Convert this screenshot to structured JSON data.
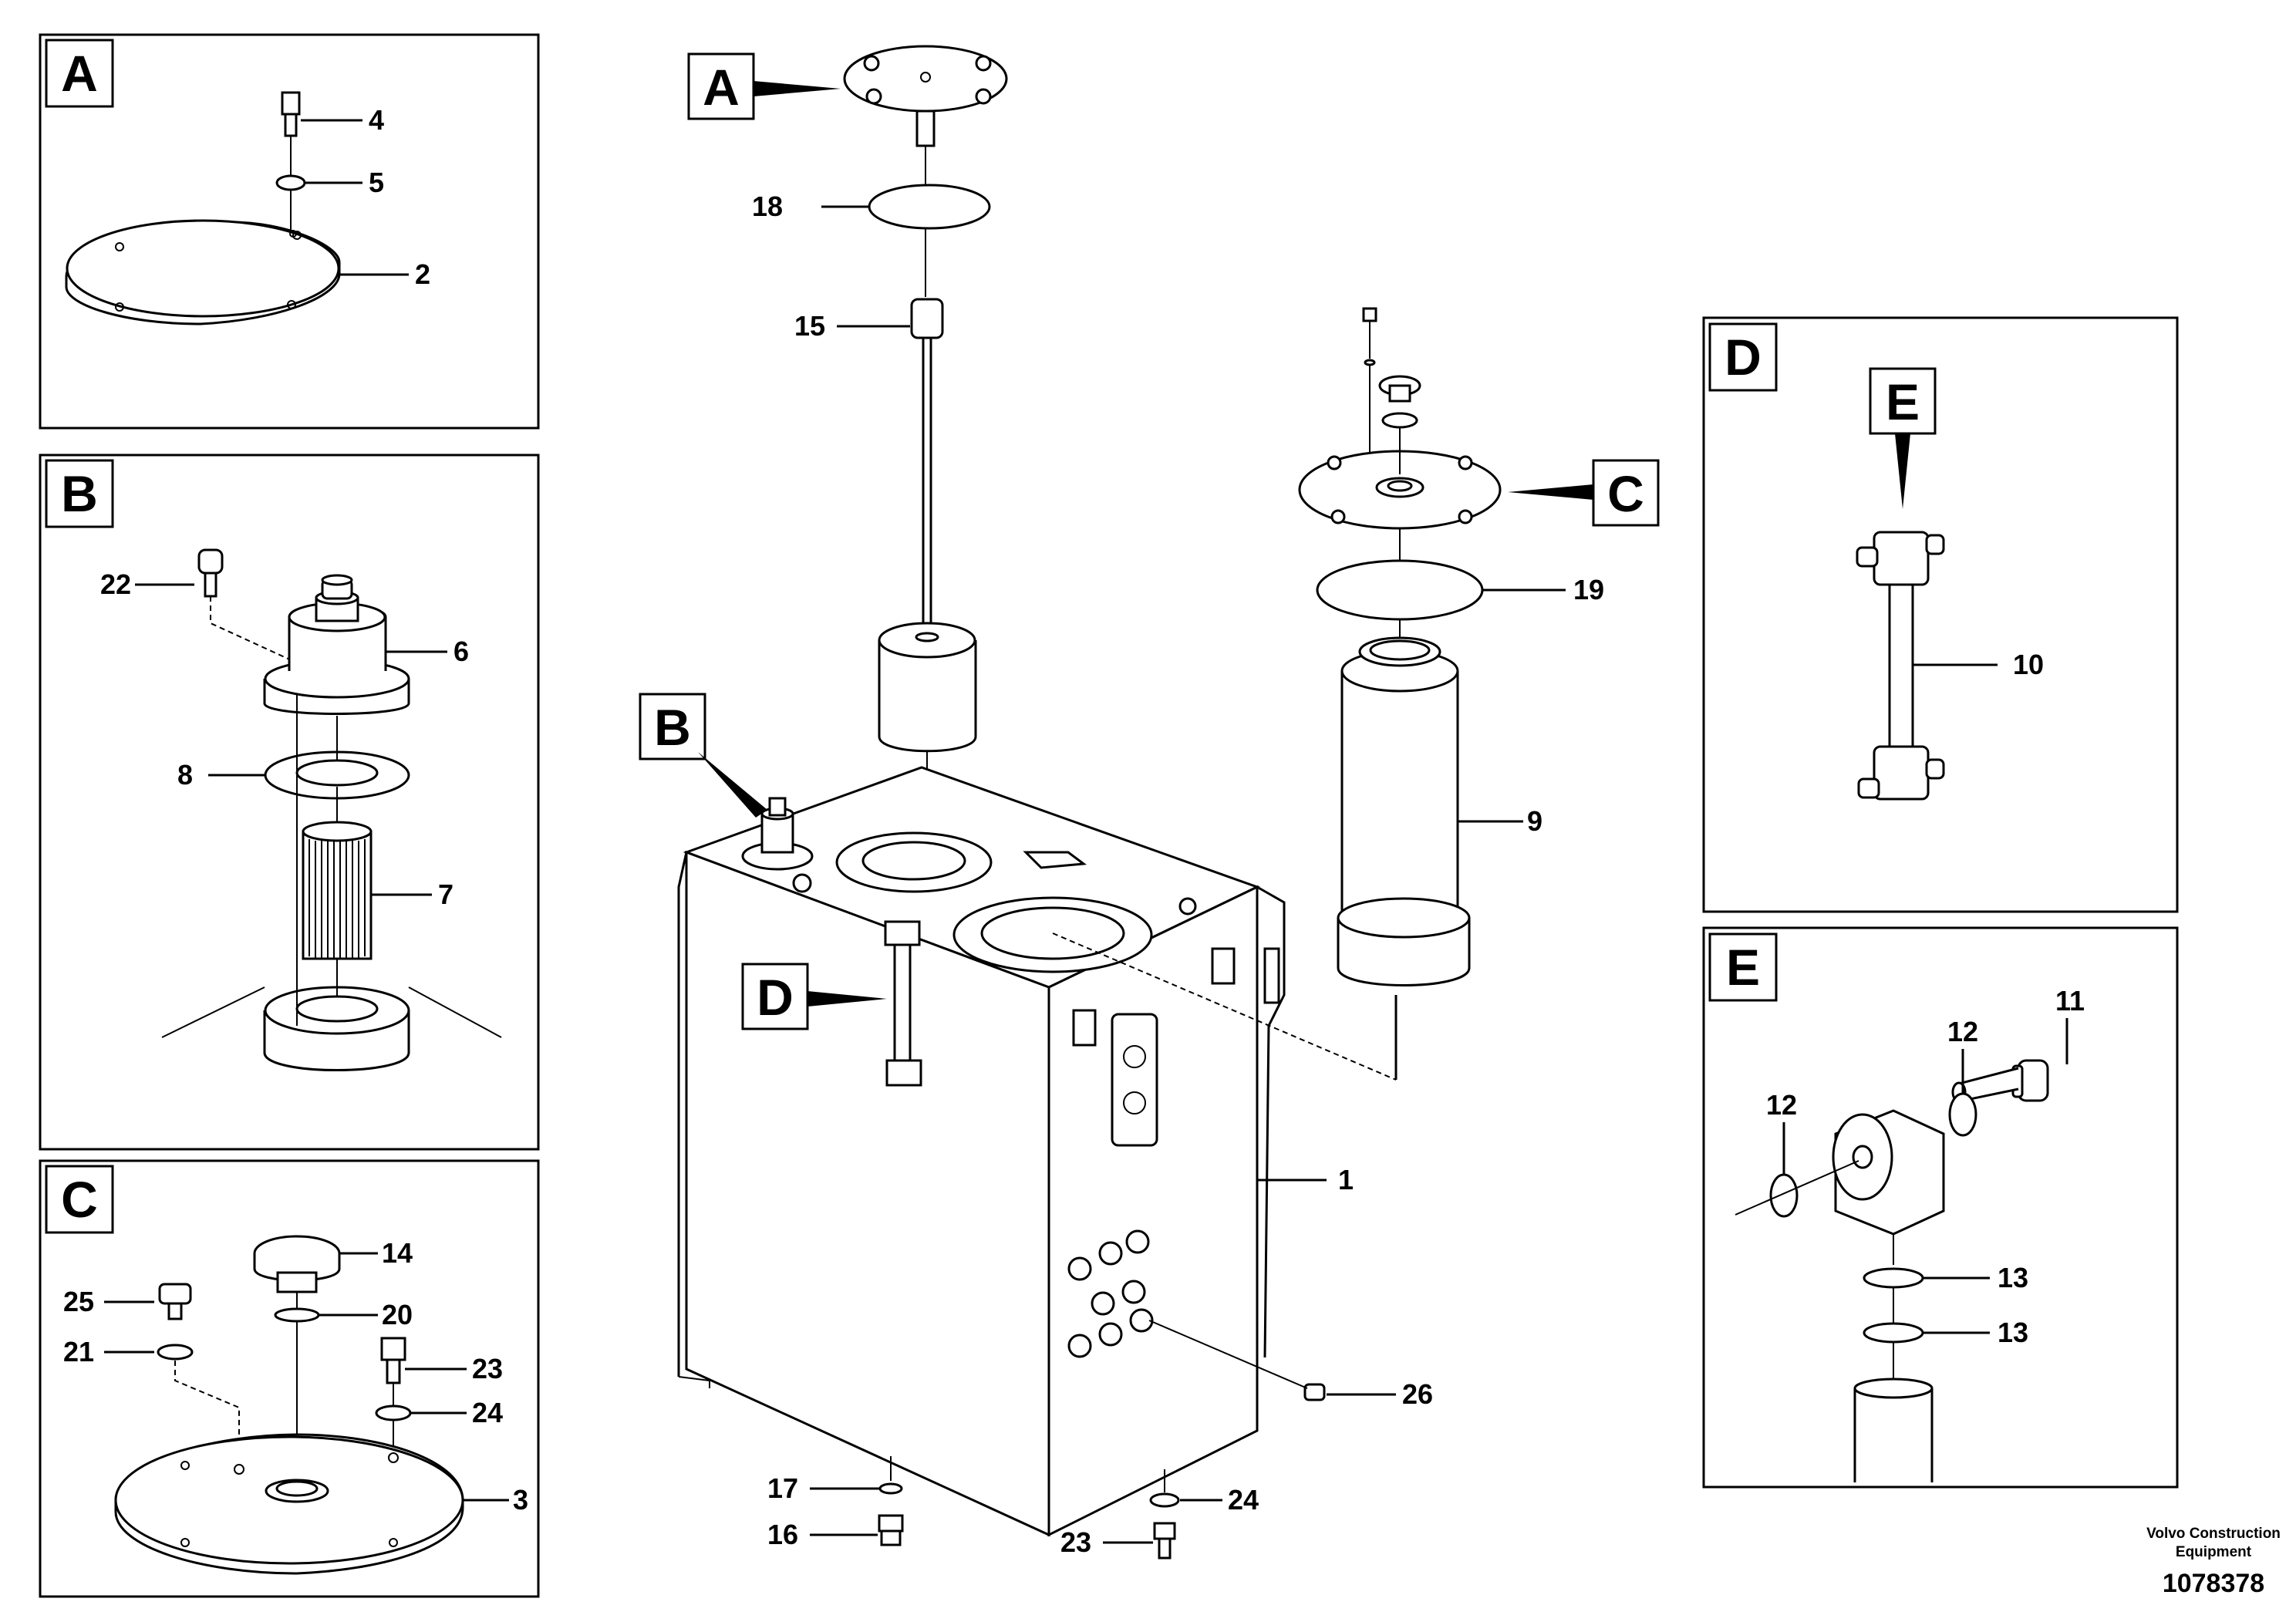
{
  "detail_boxes": [
    {
      "letter": "A"
    },
    {
      "letter": "B"
    },
    {
      "letter": "C"
    },
    {
      "letter": "D"
    },
    {
      "letter": "E"
    }
  ],
  "main_view_tags": [
    "A",
    "B",
    "C",
    "D"
  ],
  "detail_tag": "E",
  "callouts": {
    "a4": "4",
    "a5": "5",
    "a2": "2",
    "b22": "22",
    "b6": "6",
    "b8": "8",
    "b7": "7",
    "c14": "14",
    "c25": "25",
    "c20": "20",
    "c21": "21",
    "c23": "23",
    "c24": "24",
    "c3": "3",
    "m18": "18",
    "m15": "15",
    "m19": "19",
    "m9": "9",
    "m1": "1",
    "m26": "26",
    "m17": "17",
    "m16": "16",
    "m24": "24",
    "m23": "23",
    "d10": "10",
    "e11": "11",
    "e12a": "12",
    "e12b": "12",
    "e13a": "13",
    "e13b": "13"
  },
  "footer": {
    "maker_line1": "Volvo Construction",
    "maker_line2": "Equipment",
    "drawing_number": "1078378"
  }
}
